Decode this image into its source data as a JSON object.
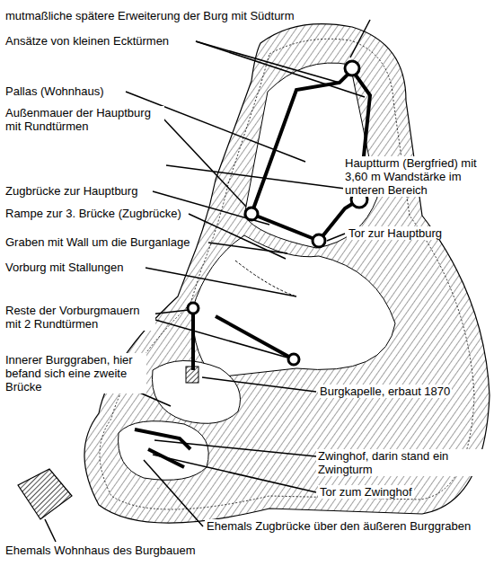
{
  "diagram": {
    "labels": [
      "mutmaßliche spätere Erweiterung der Burg mit Südturm",
      "Ansätze von kleinen Ecktürmen",
      "Pallas (Wohnhaus)",
      "Außenmauer der Hauptburg mit Rundtürmen",
      "Hauptturm (Bergfried) mit 3,60 m Wandstärke im unteren Bereich",
      "Zugbrücke zur Hauptburg",
      "Rampe zur 3. Brücke (Zugbrücke)",
      "Tor zur Hauptburg",
      "Graben mit Wall um die Burganlage",
      "Vorburg mit Stallungen",
      "Reste der Vorburgmauern mit 2 Rundtürmen",
      "Innerer Burggraben, hier befand sich eine zweite Brücke",
      "Burgkapelle, erbaut 1870",
      "Zwinghof, darin stand ein Zwingturm",
      "Tor zum Zwinghof",
      "Ehemals Zugbrücke über den äußeren Burggraben",
      "Ehemals Wohnhaus des Burgbauem"
    ]
  }
}
